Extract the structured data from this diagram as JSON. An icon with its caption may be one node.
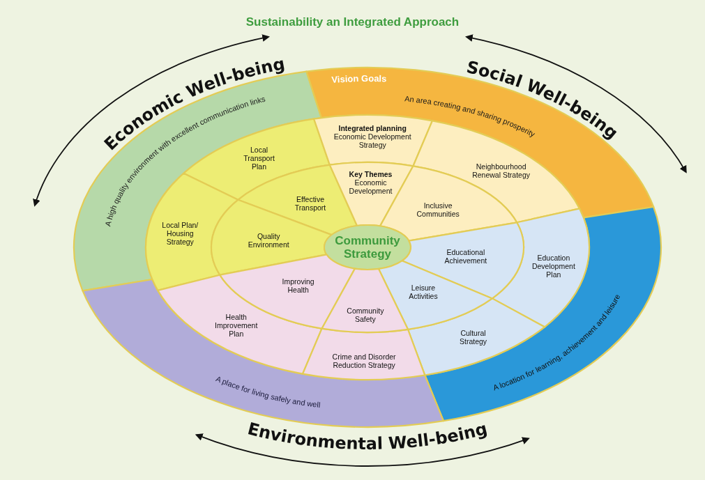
{
  "diagram": {
    "title": "Sustainability an Integrated Approach",
    "nodes": [
      {
        "text": [
          "A high quality environment with excellent communication links"
        ]
      },
      {
        "text": [
          "Vision Goals",
          "An area creating and sharing prosperity"
        ]
      },
      {
        "text": [
          "A location for learning, achievement and leisure"
        ]
      },
      {
        "text": [
          "A place for living safely and well"
        ]
      },
      {
        "text": [
          "Local Transport Plan"
        ]
      },
      {
        "text": [
          "Integrated planning",
          "Economic Development Strategy"
        ]
      },
      {
        "text": [
          "Neighbourhood Renewal Strategy"
        ]
      },
      {
        "text": [
          "Local Plan/ Housing Strategy"
        ]
      },
      {
        "text": [
          "Education Development Plan"
        ]
      },
      {
        "text": [
          "Health Improvement Plan"
        ]
      },
      {
        "text": [
          "Cultural Strategy"
        ]
      },
      {
        "text": [
          "Crime and Disorder Reduction Strategy"
        ]
      },
      {
        "text": [
          "Effective Transport"
        ]
      },
      {
        "text": [
          "Key Themes",
          "Economic Development"
        ]
      },
      {
        "text": [
          "Inclusive Communities"
        ]
      },
      {
        "text": [
          "Quality Environment"
        ]
      },
      {
        "text": [
          "Community Strategy"
        ]
      },
      {
        "text": [
          "Educational Achievement"
        ]
      },
      {
        "text": [
          "Improving Health"
        ]
      },
      {
        "text": [
          "Leisure Activities"
        ]
      },
      {
        "text": [
          "Community Safety"
        ]
      }
    ],
    "labels": [
      "Economic Well-being",
      "Social Well-being",
      "Environmental Well-being"
    ]
  }
}
